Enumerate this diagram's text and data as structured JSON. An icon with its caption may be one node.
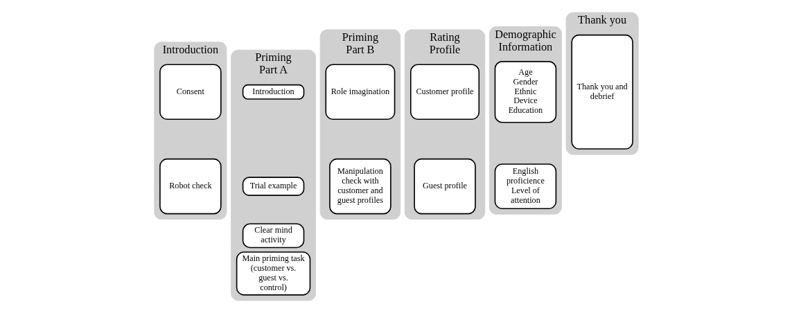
{
  "diagram": {
    "nodes": [
      {
        "text": [
          "Introduction"
        ]
      },
      {
        "text": [
          "Consent"
        ],
        "in": 0
      },
      {
        "text": [
          "Robot check"
        ],
        "in": 0
      },
      {
        "text": [
          "Priming Part A"
        ]
      },
      {
        "text": [
          "Introduction"
        ],
        "in": 3
      },
      {
        "text": [
          "Trial example"
        ],
        "in": 3
      },
      {
        "text": [
          "Clear mind activity"
        ],
        "in": 3
      },
      {
        "text": [
          "Main priming task (customer vs. guest vs. control)"
        ],
        "in": 3
      },
      {
        "text": [
          "Priming Part B"
        ]
      },
      {
        "text": [
          "Role imagination"
        ],
        "in": 8
      },
      {
        "text": [
          "Manipulation check with customer and guest profiles"
        ],
        "in": 8
      },
      {
        "text": [
          "Rating Profile"
        ]
      },
      {
        "text": [
          "Customer profile"
        ],
        "in": 11
      },
      {
        "text": [
          "Guest profile"
        ],
        "in": 11
      },
      {
        "text": [
          "Demographic Information"
        ]
      },
      {
        "text": [
          "Age",
          "Gender",
          "Ethnic",
          "Device",
          "Education"
        ],
        "in": 14
      },
      {
        "text": [
          "English proficience",
          "Level of attention"
        ],
        "in": 14
      },
      {
        "text": [
          "Thank you"
        ]
      },
      {
        "text": [
          "Thank you and debrief"
        ],
        "in": 17
      }
    ],
    "edges": []
  }
}
